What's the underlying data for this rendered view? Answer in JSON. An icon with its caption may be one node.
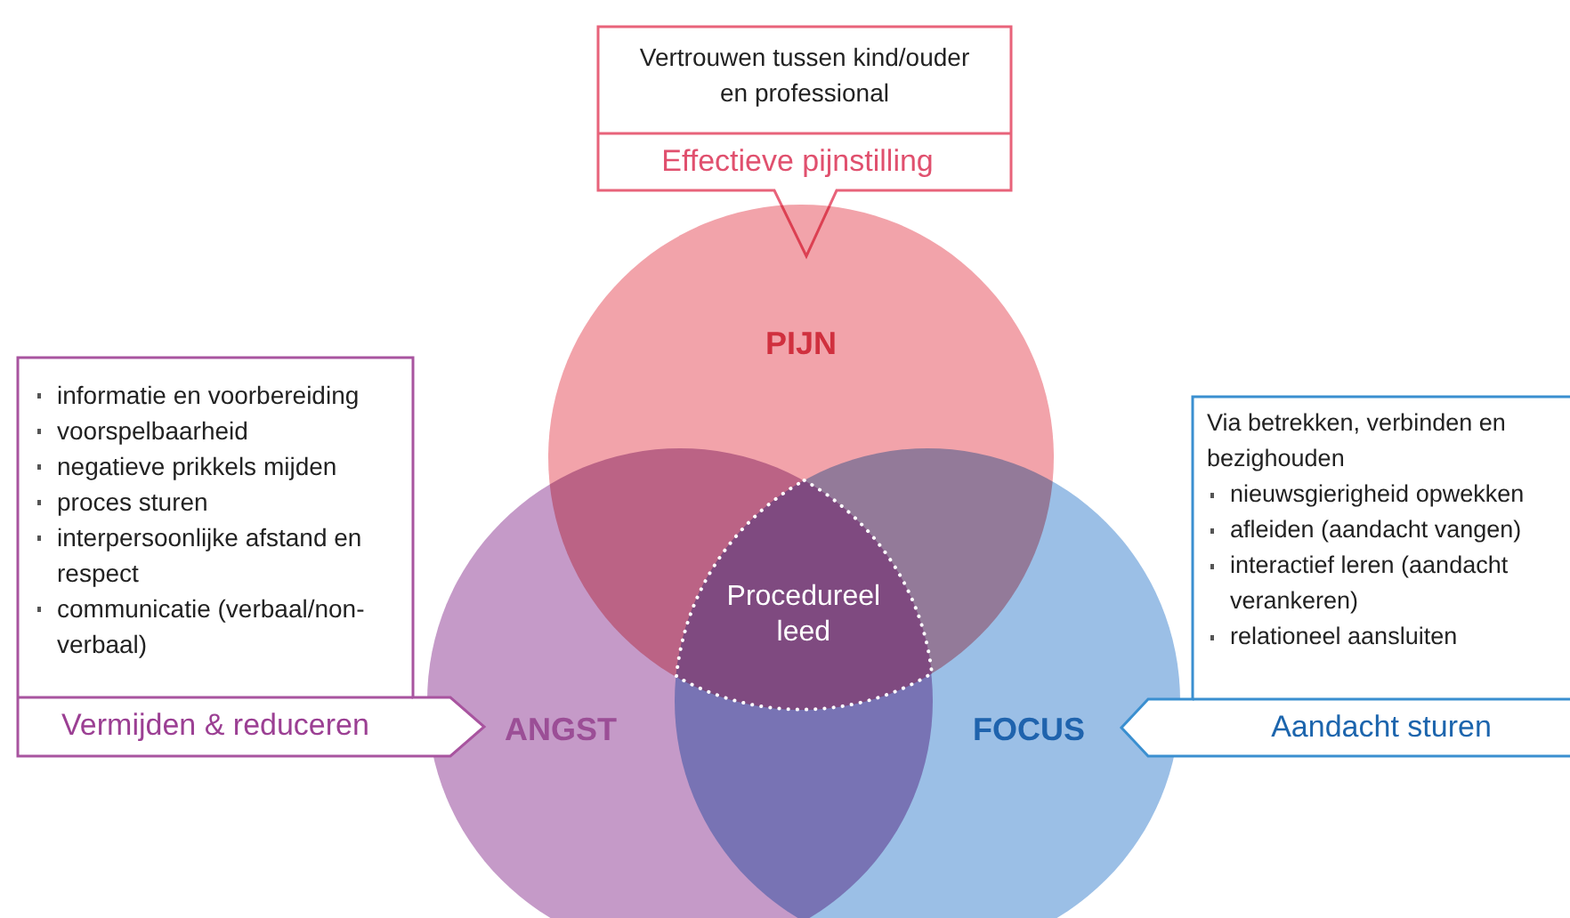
{
  "diagram": {
    "nodes": [
      {
        "text": [
          "Vertrouwen tussen kind/ouder en professional",
          "Effectieve pijnstilling"
        ]
      },
      {
        "text": [
          "PIJN"
        ]
      },
      {
        "text": [
          "ANGST"
        ]
      },
      {
        "text": [
          "FOCUS"
        ]
      },
      {
        "text": [
          "Procedureel leed"
        ]
      },
      {
        "text": [
          "informatie en voorbereiding",
          "voorspelbaarheid",
          "negatieve prikkels mijden",
          "proces sturen",
          "interpersoonlijke afstand en respect",
          "communicatie (verbaal/non-verbaal)",
          "Vermijden & reduceren"
        ]
      },
      {
        "text": [
          "Via betrekken, verbinden en bezighouden",
          "nieuwsgierigheid opwekken",
          "afleiden (aandacht vangen)",
          "interactief leren (aandacht verankeren)",
          "relationeel aansluiten",
          "Aandacht sturen"
        ]
      }
    ]
  }
}
